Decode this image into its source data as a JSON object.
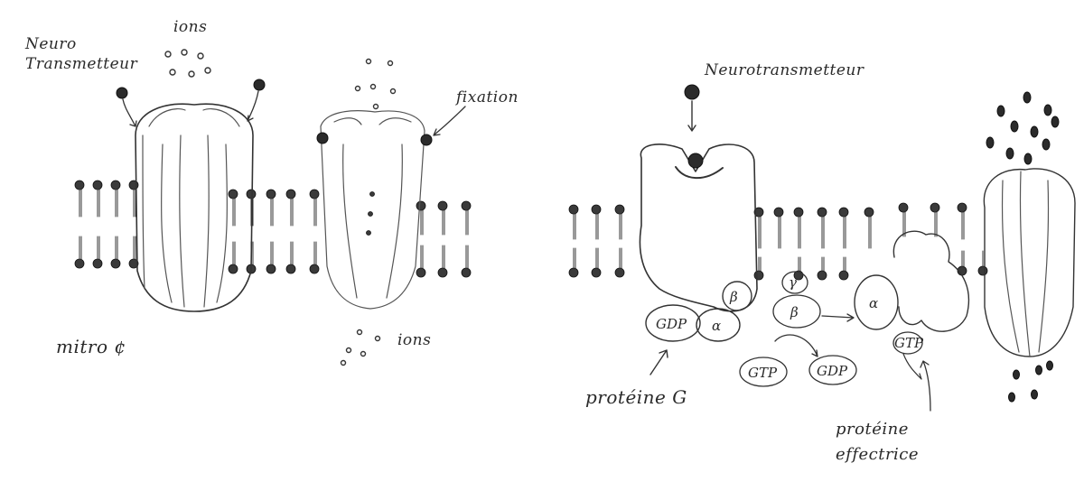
{
  "left_panel": {
    "neurotransmitter_label": "Neuro\nTransmetteur",
    "ions_top_label": "ions",
    "fixation_label": "fixation",
    "ions_bottom_label": "ions",
    "figure_caption": "mitro ¢"
  },
  "right_panel": {
    "neurotransmitter_label": "Neurotransmetteur",
    "protein_g_label": "protéine G",
    "effector_label": "protéine\neffectrice",
    "subunits": {
      "gdp": "GDP",
      "alpha": "α",
      "beta": "β",
      "gamma": "γ",
      "gtp_bound": "GTP",
      "gtp_free": "GTP",
      "gdp_free": "GDP"
    }
  }
}
